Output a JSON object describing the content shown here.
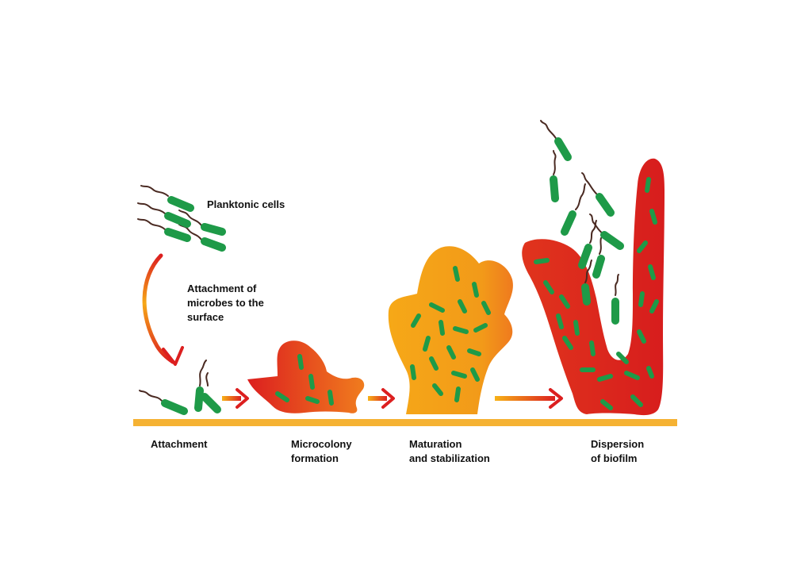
{
  "labels": {
    "planktonic": "Planktonic cells",
    "attach_note": [
      "Attachment of",
      "microbes to the",
      "surface"
    ],
    "stage_attachment": [
      "Attachment"
    ],
    "stage_microcolony": [
      "Microcolony",
      "formation"
    ],
    "stage_maturation": [
      "Maturation",
      "and stabilization"
    ],
    "stage_dispersion": [
      "Dispersion",
      "of biofilm"
    ]
  },
  "colors": {
    "surface": "#f5b233",
    "cell": "#1e9a48",
    "flagellum": "#4a2a22",
    "red": "#dc1f1f",
    "orange": "#f08c1e",
    "yellow": "#f7b217"
  }
}
